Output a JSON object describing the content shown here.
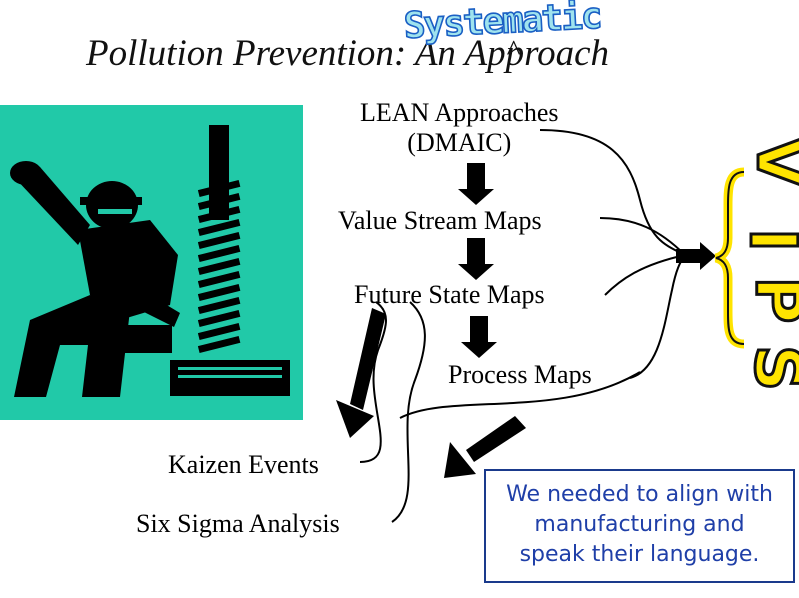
{
  "title": {
    "text": "Pollution Prevention:  An Approach",
    "caret_word": "Systematic",
    "caret_mark": "^"
  },
  "flow": {
    "lean_line1": "LEAN Approaches",
    "lean_line2": "(DMAIC)",
    "value_stream": "Value Stream Maps",
    "future_state": "Future State Maps",
    "process_maps": "Process Maps",
    "kaizen": "Kaizen Events",
    "six_sigma": "Six Sigma Analysis"
  },
  "vips": [
    "V",
    "I",
    "P",
    "S"
  ],
  "note": {
    "line1": "We needed to align with",
    "line2": "manufacturing and",
    "line3": "speak their language."
  },
  "colors": {
    "pictogram_bg": "#21c9a8",
    "vips_fill": "#ffe400",
    "note_text": "#1f3fa8",
    "caret_word_fill": "#9fe3ee"
  },
  "icons": {
    "pictogram": "worker-pile-driver-pictogram",
    "brace": "left-curly-brace"
  }
}
